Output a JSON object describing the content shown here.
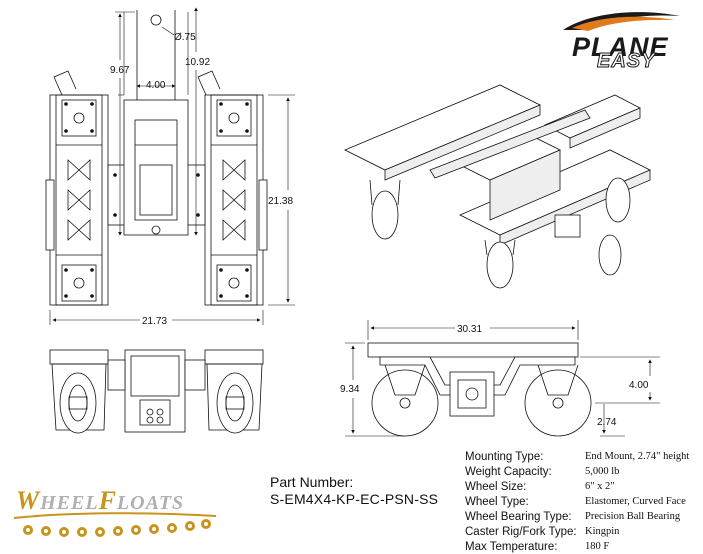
{
  "dimensions": {
    "hole_dia": "Ø.75",
    "height_top": "9.67",
    "height_overall": "10.92",
    "spacing": "4.00",
    "side_length": "21.38",
    "total_width": "21.73",
    "side_width": "30.31",
    "side_height": "9.34",
    "side_mount_height": "4.00",
    "side_mount_offset": "2.74"
  },
  "brand": {
    "logo_line1": "PLANE",
    "logo_line2": "EASY",
    "product_logo_first": "W",
    "product_logo_word1_rest": "HEEL",
    "product_logo_word2_first": "F",
    "product_logo_word2_rest": "LOATS",
    "accent_color": "#c8941c",
    "swoosh_color": "#e07a1a"
  },
  "part": {
    "label": "Part Number:",
    "number": "S-EM4X4-KP-EC-PSN-SS"
  },
  "specs": [
    {
      "label": "Mounting Type:",
      "value": "End Mount, 2.74\" height"
    },
    {
      "label": "Weight Capacity:",
      "value": "5,000 lb"
    },
    {
      "label": "Wheel Size:",
      "value": "6\" x 2\""
    },
    {
      "label": "Wheel Type:",
      "value": "Elastomer, Curved Face"
    },
    {
      "label": "Wheel Bearing Type:",
      "value": "Precision Ball Bearing"
    },
    {
      "label": "Caster Rig/Fork Type:",
      "value": "Kingpin"
    },
    {
      "label": "Max Temperature:",
      "value": "180 F"
    }
  ]
}
